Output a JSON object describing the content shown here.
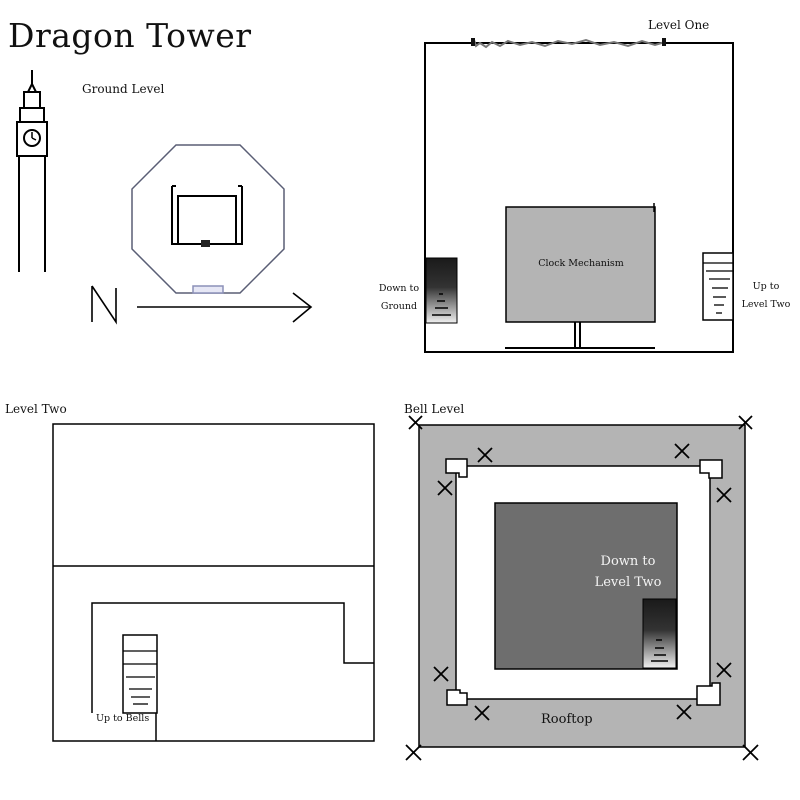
{
  "title": "Dragon Tower",
  "ground_level": {
    "label": "Ground Level",
    "north_marker": "N"
  },
  "level_one": {
    "label": "Level One",
    "clock_label": "Clock Mechanism",
    "down_label_1": "Down to",
    "down_label_2": "Ground",
    "up_label_1": "Up to",
    "up_label_2": "Level Two"
  },
  "level_two": {
    "label": "Level Two",
    "up_label": "Up to Bells"
  },
  "bell_level": {
    "label": "Bell Level",
    "down_label_1": "Down to",
    "down_label_2": "Level Two",
    "rooftop_label": "Rooftop"
  },
  "colors": {
    "line": "#000000",
    "octagon": "#5a5e75",
    "door": "#8c90b8",
    "room_fill": "#b4b4b4",
    "dark_fill": "#6e6e6e"
  }
}
